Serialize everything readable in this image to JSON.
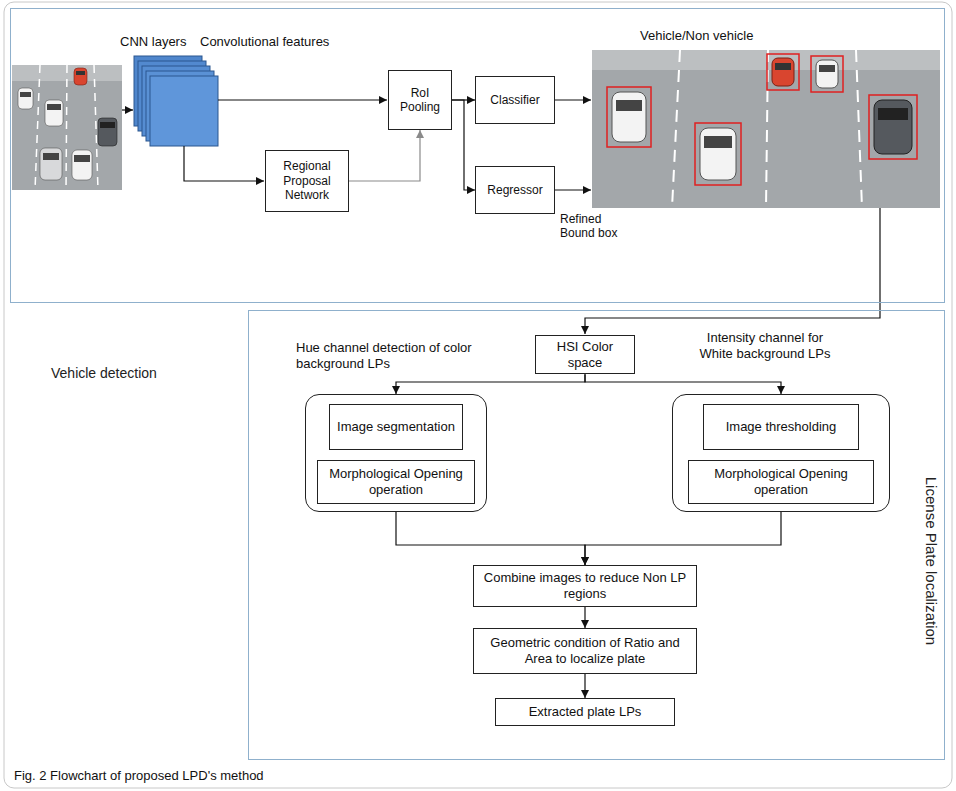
{
  "diagram": {
    "caption": "Fig. 2 Flowchart of proposed LPD's method",
    "nodes": [
      {
        "text": [
          "Vehicle detection"
        ]
      },
      {
        "text": [
          "RoI Pooling"
        ],
        "in": 0
      },
      {
        "text": [
          "Classifier"
        ],
        "in": 0
      },
      {
        "text": [
          "Regressor"
        ],
        "in": 0
      },
      {
        "text": [
          "Regional Proposal Network"
        ],
        "in": 0
      },
      {
        "text": [
          "License Plate localization"
        ]
      },
      {
        "text": [
          "HSI Color space"
        ],
        "in": 5
      },
      {
        "in": 5
      },
      {
        "text": [
          "Image segmentation"
        ],
        "in": 7
      },
      {
        "text": [
          "Morphological Opening operation"
        ],
        "in": 7
      },
      {
        "in": 5
      },
      {
        "text": [
          "Image thresholding"
        ],
        "in": 10
      },
      {
        "text": [
          "Morphological Opening operation"
        ],
        "in": 10
      },
      {
        "text": [
          "Combine images to reduce Non LP regions"
        ],
        "in": 5
      },
      {
        "text": [
          "Geometric condition of Ratio and Area to localize plate"
        ],
        "in": 5
      },
      {
        "text": [
          "Extracted plate LPs"
        ],
        "in": 5
      }
    ],
    "edges": [
      {
        "from": 4,
        "to": 1,
        "arrow": "to"
      },
      {
        "from": 1,
        "to": 2,
        "arrow": "to"
      },
      {
        "from": 1,
        "to": 3,
        "arrow": "to"
      },
      {
        "from": 6,
        "to": 7,
        "arrow": "to"
      },
      {
        "from": 6,
        "to": 10,
        "arrow": "to"
      },
      {
        "from": 7,
        "to": 13,
        "arrow": "to"
      },
      {
        "from": 10,
        "to": 13,
        "arrow": "to"
      },
      {
        "from": 13,
        "to": 14,
        "arrow": "to"
      },
      {
        "from": 14,
        "to": 15,
        "arrow": "to"
      }
    ],
    "labels": [
      "CNN layers",
      "Convolutional features",
      "Vehicle/Non vehicle",
      "Refined Bound box",
      "Hue channel detection of color background LPs",
      "Intensity channel for White background LPs"
    ]
  }
}
